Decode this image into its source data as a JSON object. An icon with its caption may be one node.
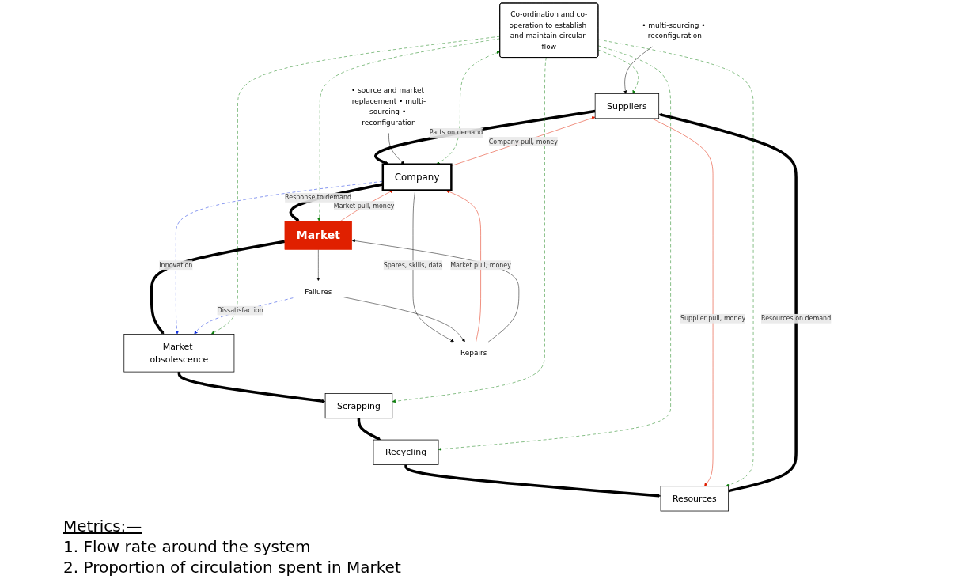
{
  "diagram": {
    "nodes": [
      {
        "text": [
          "Suppliers"
        ]
      },
      {
        "text": [
          "Company"
        ]
      },
      {
        "text": [
          "Market"
        ]
      },
      {
        "text": [
          "Market obsolescence"
        ]
      },
      {
        "text": [
          "Scrapping"
        ]
      },
      {
        "text": [
          "Recycling"
        ]
      },
      {
        "text": [
          "Resources"
        ]
      },
      {
        "text": [
          "Co-ordination and co-operation to establish and maintain circular flow"
        ]
      },
      {
        "text": [
          "Repairs"
        ]
      },
      {
        "text": [
          "Failures"
        ]
      },
      {
        "text": [
          "• multi-sourcing • reconfiguration"
        ]
      },
      {
        "text": [
          "• source and market replacement • multi-sourcing • reconfiguration"
        ]
      }
    ],
    "edges": [
      {
        "from": 0,
        "to": 1,
        "arrow": "to",
        "label": "Parts on demand",
        "style": "thick"
      },
      {
        "from": 1,
        "to": 2,
        "arrow": "to",
        "label": "Response to demand",
        "style": "thick"
      },
      {
        "from": 2,
        "to": 3,
        "arrow": "to",
        "style": "thick"
      },
      {
        "from": 3,
        "to": 4,
        "arrow": "to",
        "style": "thick"
      },
      {
        "from": 4,
        "to": 5,
        "arrow": "to",
        "style": "thick"
      },
      {
        "from": 5,
        "to": 6,
        "arrow": "to",
        "style": "thick"
      },
      {
        "from": 6,
        "to": 0,
        "arrow": "to",
        "label": "Resources on demand",
        "style": "thick"
      },
      {
        "from": 10,
        "to": 0,
        "arrow": "to"
      },
      {
        "from": 11,
        "to": 1,
        "arrow": "to"
      },
      {
        "from": 1,
        "to": 8,
        "arrow": "to",
        "label": "Spares, skills, data"
      },
      {
        "from": 8,
        "to": 1,
        "arrow": "to",
        "label": "Market pull, money",
        "color": "#e02000"
      },
      {
        "from": 2,
        "to": 1,
        "arrow": "to",
        "label": "Market pull, money",
        "color": "#e02000"
      },
      {
        "from": 1,
        "to": 0,
        "arrow": "to",
        "label": "Company pull, money",
        "color": "#e02000"
      },
      {
        "from": 0,
        "to": 6,
        "arrow": "to",
        "label": "Supplier pull, money",
        "color": "#e02000"
      },
      {
        "from": 8,
        "to": 2,
        "arrow": "to"
      },
      {
        "from": 2,
        "to": 9,
        "arrow": "to"
      },
      {
        "from": 9,
        "to": 8,
        "arrow": "to"
      },
      {
        "from": 1,
        "to": 3,
        "arrow": "to",
        "label": "Innovation",
        "style": "dashed",
        "color": "#1030e0"
      },
      {
        "from": 9,
        "to": 3,
        "arrow": "to",
        "label": "Dissatisfaction",
        "style": "dashed",
        "color": "#1030e0"
      },
      {
        "from": 7,
        "to": 0,
        "arrow": "to",
        "style": "dashed",
        "color": "#108010"
      },
      {
        "from": 7,
        "to": 1,
        "arrow": "both",
        "style": "dashed",
        "color": "#108010"
      },
      {
        "from": 7,
        "to": 2,
        "arrow": "to",
        "style": "dashed",
        "color": "#108010"
      },
      {
        "from": 7,
        "to": 6,
        "arrow": "to",
        "style": "dashed",
        "color": "#108010"
      },
      {
        "from": 7,
        "to": 3,
        "arrow": "to",
        "style": "dashed",
        "color": "#108010"
      },
      {
        "from": 7,
        "to": 5,
        "arrow": "to",
        "style": "dashed",
        "color": "#108010"
      },
      {
        "from": 7,
        "to": 4,
        "arrow": "to",
        "style": "dashed",
        "color": "#108010"
      }
    ],
    "labels": [
      "Metrics:—",
      "1. Flow rate around the system",
      "2. Proportion of circulation spent in Market"
    ]
  }
}
